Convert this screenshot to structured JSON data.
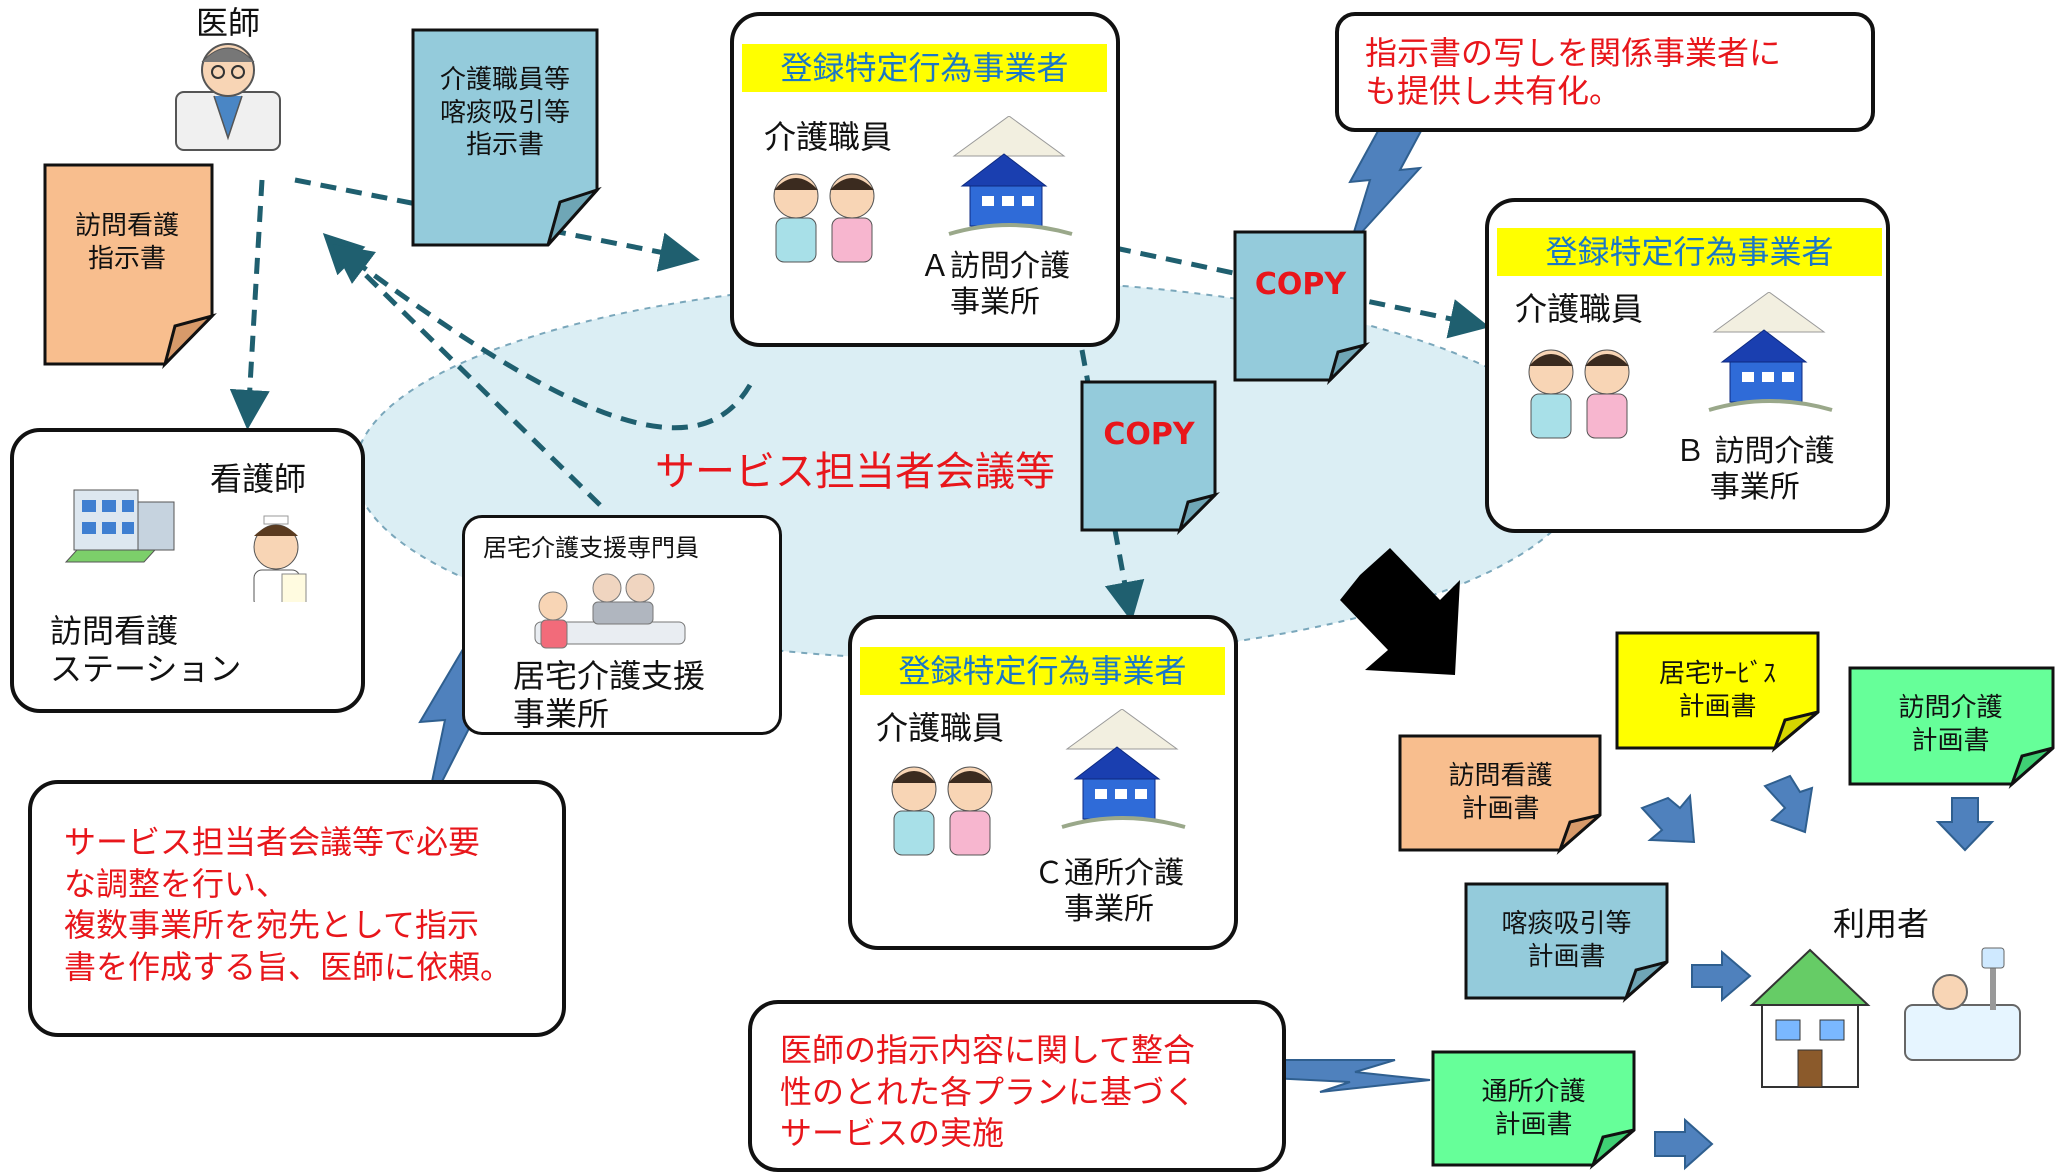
{
  "labels": {
    "doctor": "医師",
    "nurse": "看護師",
    "user": "利用者",
    "meeting": "サービス担当者会議等"
  },
  "docs": {
    "staff_instruction": "介護職員等\n喀痰吸引等\n指示書",
    "nursing_instruction": "訪問看護\n指示書",
    "copy": "COPY",
    "home_service_plan": "居宅ｻｰﾋﾞｽ\n計画書",
    "home_care_plan": "訪問介護\n計画書",
    "nursing_plan": "訪問看護\n計画書",
    "suction_plan": "喀痰吸引等\n計画書",
    "day_care_plan": "通所介護\n計画書"
  },
  "providers": {
    "a": {
      "header": "登録特定行為事業者",
      "staff": "介護職員",
      "name": "Ａ訪問介護\n事業所"
    },
    "b": {
      "header": "登録特定行為事業者",
      "staff": "介護職員",
      "name": "Ｂ 訪問介護\n事業所"
    },
    "c": {
      "header": "登録特定行為事業者",
      "staff": "介護職員",
      "name": "Ｃ通所介護\n事業所"
    }
  },
  "station": {
    "name": "訪問看護\nステーション"
  },
  "care_manager": {
    "title": "居宅介護支援専門員",
    "office": "居宅介護支援\n事業所"
  },
  "callouts": {
    "copy_share": "指示書の写しを関係事業者に\nも提供し共有化。",
    "request": "サービス担当者会議等で必要\nな調整を行い、\n複数事業所を宛先として指示\n書を作成する旨、医師に依頼。",
    "implementation": "医師の指示内容に関して整合\n性のとれた各プランに基づく\nサービスの実施"
  },
  "colors": {
    "doc_blue": "#94cbdb",
    "doc_orange": "#f8be8e",
    "doc_yellow": "#ffff00",
    "doc_green": "#66ff99",
    "header_yellow": "#ffff00",
    "header_text": "#1a77c6",
    "callout_red": "#e8161b",
    "meeting_fill": "#dbeef4",
    "arrow_teal": "#1f5f6f",
    "bolt_blue": "#4f81bd"
  }
}
